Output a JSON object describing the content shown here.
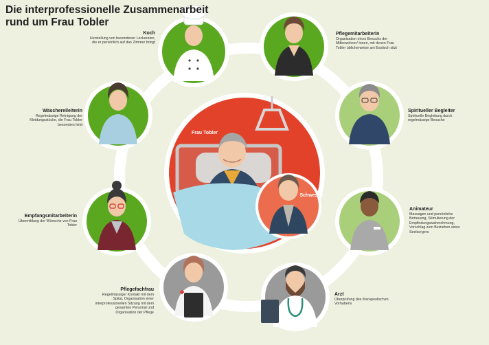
{
  "title": "Die interprofessionelle Zusammenarbeit rund um Frau Tobler",
  "colors": {
    "green": "#5aa820",
    "light_green": "#a9cf7a",
    "grey": "#9a9a9a",
    "red": "#e2412a",
    "orange": "#ec6d4d",
    "ring": "#ffffff",
    "background": "#eef1e0"
  },
  "center": {
    "patient_label": "Frau Tobler",
    "nurse_label": "Schwester"
  },
  "roles": [
    {
      "id": "koch",
      "title": "Koch",
      "desc": "Herstellung von besonderen Leckereien, die er persönlich auf das Zimmer bringt"
    },
    {
      "id": "pflegemitarbeiterin",
      "title": "Pflegemitarbeiterin",
      "desc": "Organisation eines Besuchs der Mitbewohner/-innen, mit denen Frau Tobler üblicherweise am Esstisch sitzt"
    },
    {
      "id": "spiritueller-begleiter",
      "title": "Spiritueller Begleiter",
      "desc": "Spirituelle Begleitung durch regelmässige Besuche"
    },
    {
      "id": "animateur",
      "title": "Animateur",
      "desc": "Massagen und persönliche Betreuung, Stimulierung der Empfindungswahrnehmung, Vorschlag zum Beiziehen eines Seelsorgers"
    },
    {
      "id": "arzt",
      "title": "Arzt",
      "desc": "Überprüfung des therapeutischen Vorhabens"
    },
    {
      "id": "pflegefachfrau",
      "title": "Pflegefachfrau",
      "desc": "Regelmässiger Kontakt mit dem Spital, Organisation einer interprofessionellen Sitzung mit dem gesamten Personal und Organisation der Pflege"
    },
    {
      "id": "empfangsmitarbeiterin",
      "title": "Empfangsmitarbeiterin",
      "desc": "Übermittlung der Wünsche von Frau Tobler"
    },
    {
      "id": "waeschereileiterin",
      "title": "Wäschereileiterin",
      "desc": "Regelmässige Reinigung der Kleidungsstücke, die Frau Tobler besonders liebt"
    }
  ]
}
